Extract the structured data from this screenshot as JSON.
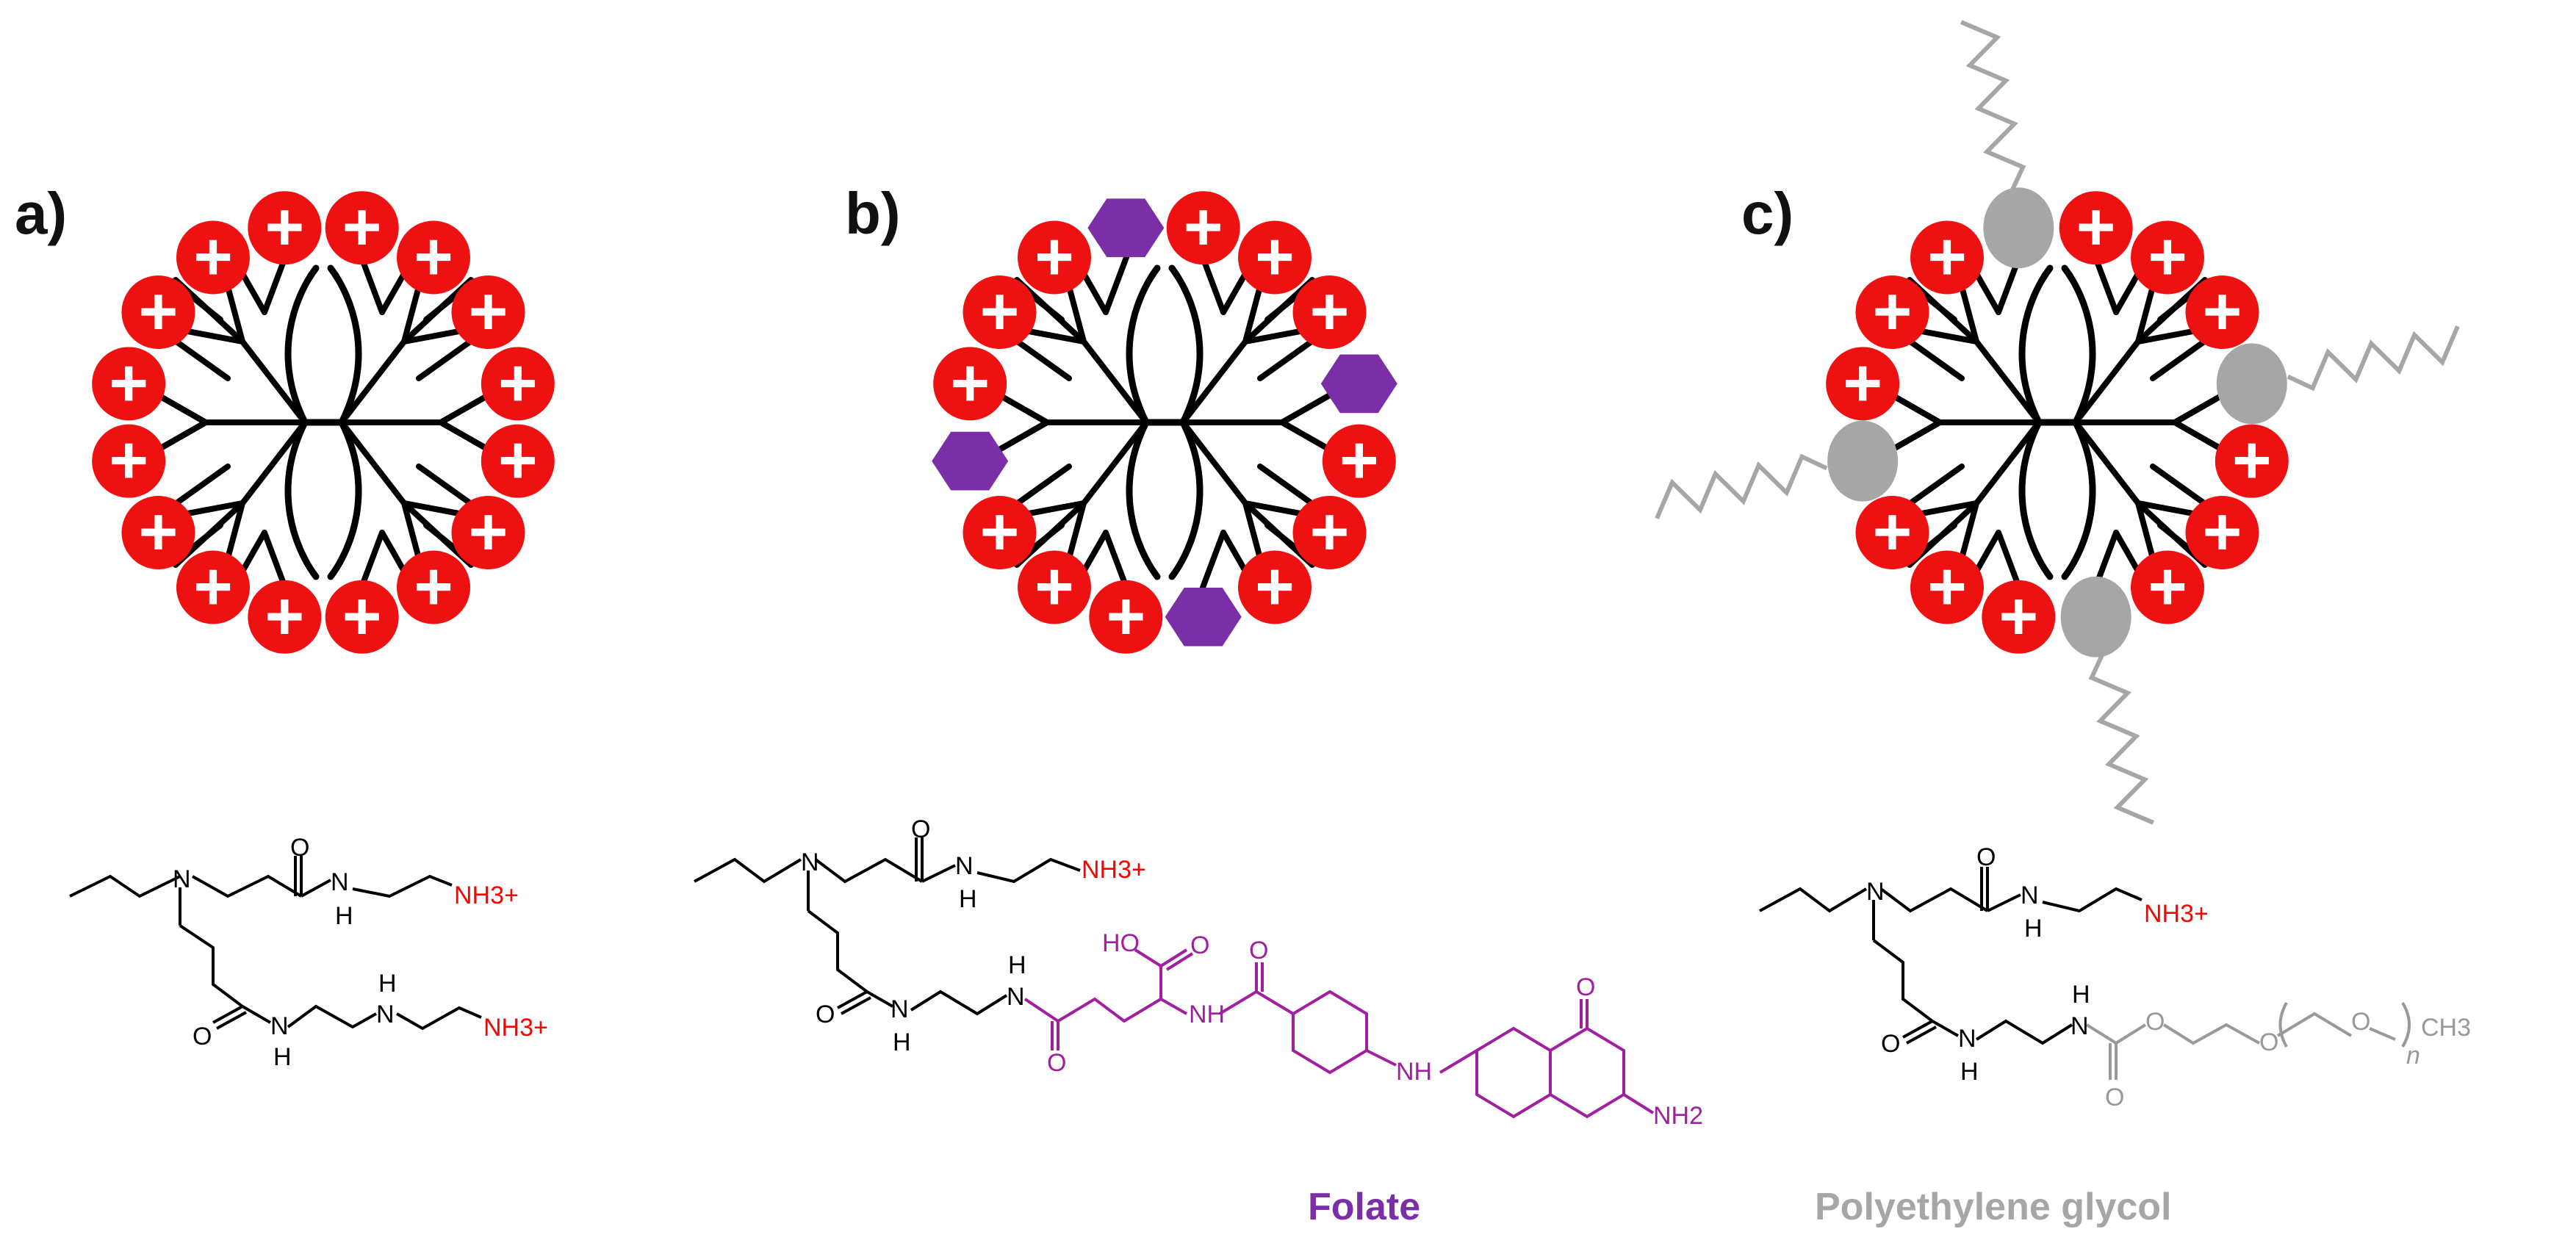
{
  "panels": {
    "a": {
      "label": "a)"
    },
    "b": {
      "label": "b)"
    },
    "c": {
      "label": "c)"
    }
  },
  "charge_symbol": "+",
  "legend": {
    "folate": "Folate",
    "peg": "Polyethylene glycol"
  },
  "atoms": {
    "N": "N",
    "H": "H",
    "O": "O",
    "NH": "NH",
    "HO": "HO",
    "nh3": "NH3+",
    "nh2": "NH2",
    "ch3": "CH3",
    "n_sub": "n"
  },
  "colors": {
    "charge_fill": "#ee1111",
    "dendron": "#000000",
    "folate": "#7b2fa6",
    "folate_structure": "#a020a0",
    "peg": "#a6a6a6",
    "amine": "#ff0000"
  }
}
